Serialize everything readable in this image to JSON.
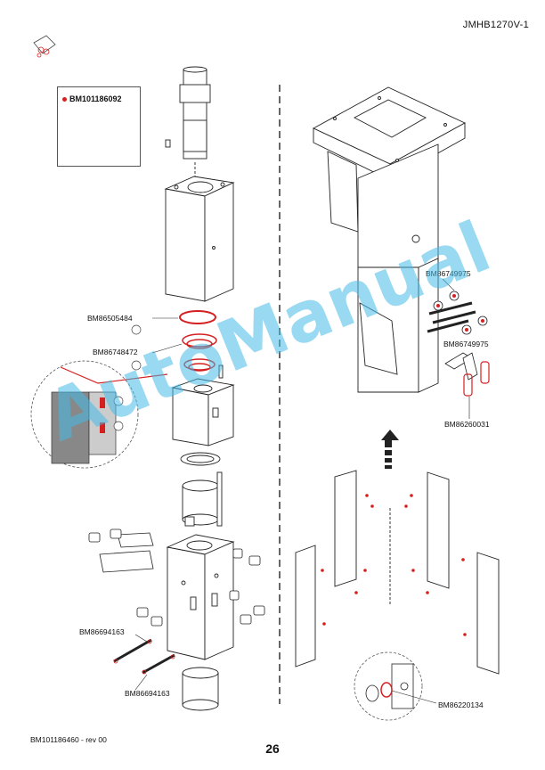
{
  "header": {
    "document_code": "JMHB1270V-1"
  },
  "kit": {
    "part_number": "BM101186092"
  },
  "callouts": {
    "seal_ring": "BM86505484",
    "seal_set": "BM86748472",
    "bolt_left_top": "BM86694163",
    "bolt_left_bottom": "BM86694163",
    "frame_bolt_top": "BM86749975",
    "frame_bolt_bottom": "BM86749975",
    "frame_seal": "BM86260031",
    "plate_plug": "BM86220134"
  },
  "footer": {
    "reference": "BM101186460 - rev 00",
    "page_number": "26"
  },
  "watermark": {
    "text": "AutoManual"
  },
  "colors": {
    "seal_red": "#d42020",
    "line": "#222222",
    "watermark": "#46b9e6"
  }
}
